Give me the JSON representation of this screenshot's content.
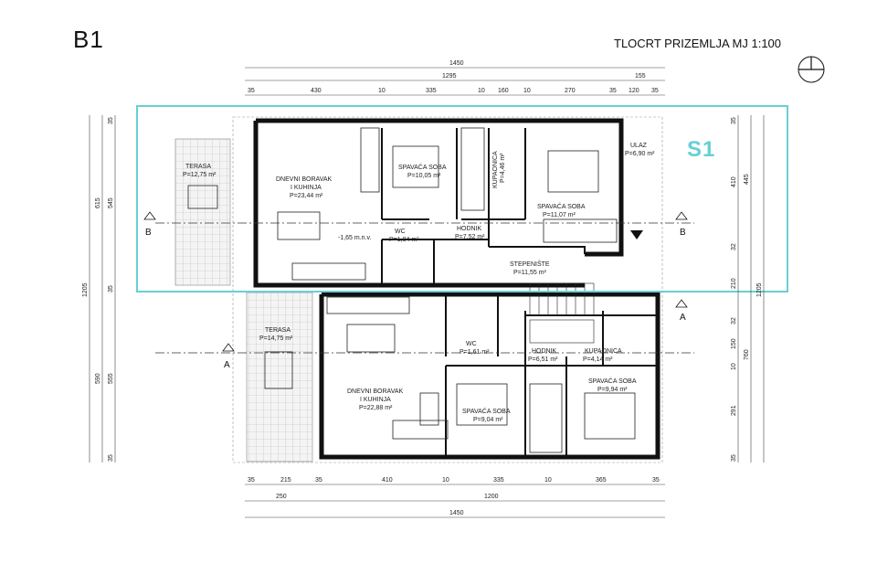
{
  "header": {
    "building": "B1",
    "plan_title": "TLOCRT PRIZEMLJA   MJ 1:100"
  },
  "highlight": {
    "label": "S1",
    "color": "#66d0d4"
  },
  "top_dimensions": {
    "total": "1450",
    "second": [
      "1295",
      "155"
    ],
    "third": [
      "35",
      "430",
      "10",
      "335",
      "10",
      "160",
      "10",
      "270",
      "35",
      "120",
      "35"
    ]
  },
  "bottom_dimensions": {
    "first": [
      "35",
      "215",
      "35",
      "410",
      "10",
      "335",
      "10",
      "365",
      "35"
    ],
    "second": [
      "250",
      "1200"
    ],
    "total": "1450"
  },
  "left_dimensions": {
    "outer": [
      "1205"
    ],
    "middle": [
      "615",
      "590"
    ],
    "inner": [
      "35",
      "545",
      "35",
      "555",
      "35"
    ]
  },
  "right_dimensions": {
    "outer": [
      "1205"
    ],
    "middle": [
      "445",
      "760"
    ],
    "inner": [
      "35",
      "410",
      "32",
      "210",
      "32",
      "150",
      "10",
      "291",
      "35"
    ]
  },
  "sections": [
    "B",
    "B",
    "A",
    "A"
  ],
  "rooms": {
    "terasa_top": [
      "TERASA",
      "P=12,75 m²"
    ],
    "boravak_top": [
      "DNEVNI BORAVAK",
      "I KUHINJA",
      "P=23,44 m²"
    ],
    "soba1": [
      "SPAVAĆA SOBA",
      "P=10,05 m²"
    ],
    "kupaonica_top": [
      "KUPAONICA",
      "P=4,46 m²"
    ],
    "ulaz": [
      "ULAZ",
      "P=6,90 m²"
    ],
    "soba2": [
      "SPAVAĆA SOBA",
      "P=11,07 m²"
    ],
    "wc_top": [
      "WC",
      "P=1,84 m²"
    ],
    "hodnik_top": [
      "HODNIK",
      "P=7,52 m²"
    ],
    "level": "-1,65 m.n.v.",
    "stepeniste": [
      "STEPENIŠTE",
      "P=11,55 m²"
    ],
    "terasa_bottom": [
      "TERASA",
      "P=14,75 m²"
    ],
    "wc_bottom": [
      "WC",
      "P=1,61 m²"
    ],
    "hodnik_bottom": [
      "HODNIK",
      "P=6,51 m²"
    ],
    "kupaonica_bottom": [
      "KUPAONICA",
      "P=4,14 m²"
    ],
    "soba3": [
      "SPAVAĆA SOBA",
      "P=9,94 m²"
    ],
    "boravak_bottom": [
      "DNEVNI BORAVAK",
      "I KUHINJA",
      "P=22,88 m²"
    ],
    "soba4": [
      "SPAVAĆA SOBA",
      "P=9,04 m²"
    ]
  }
}
